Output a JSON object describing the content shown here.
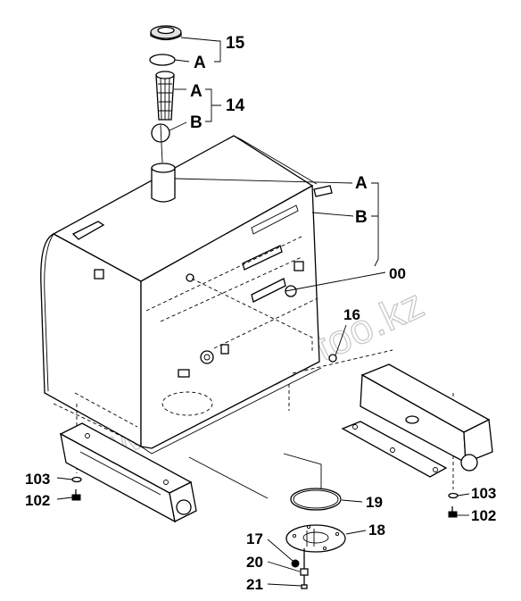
{
  "watermark": "www.sinhron-too.kz",
  "labels": {
    "l15": "15",
    "l14": "14",
    "a1": "A",
    "a2": "A",
    "b1": "B",
    "a3": "A",
    "b2": "B",
    "l00": "00",
    "l16": "16",
    "l103_left": "103",
    "l102_left": "102",
    "l19": "19",
    "l18": "18",
    "l103_right": "103",
    "l102_right": "102",
    "l17": "17",
    "l20": "20",
    "l21": "21"
  }
}
